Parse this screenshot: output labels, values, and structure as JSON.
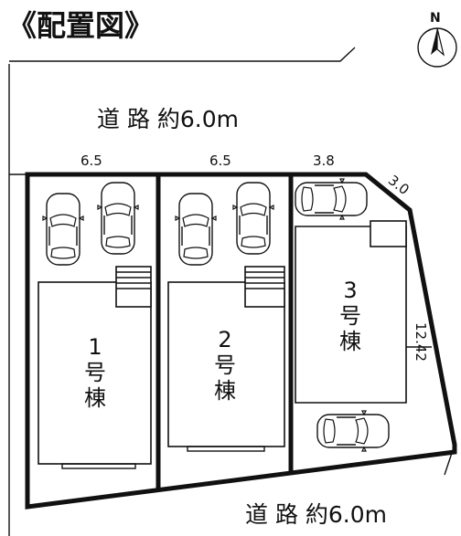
{
  "title": "《配置図》",
  "compass": {
    "label": "N",
    "icon": "north-arrow-icon"
  },
  "roads": {
    "north_label": "道 路 約6.0m",
    "south_label": "道 路 約6.0m"
  },
  "frontage_dims": [
    "6.5",
    "6.5",
    "3.8",
    "3.0"
  ],
  "side_dim": "12.42",
  "lots": [
    {
      "number": "1",
      "suffix_1": "号",
      "suffix_2": "棟"
    },
    {
      "number": "2",
      "suffix_1": "号",
      "suffix_2": "棟"
    },
    {
      "number": "3",
      "suffix_1": "号",
      "suffix_2": "棟"
    }
  ]
}
